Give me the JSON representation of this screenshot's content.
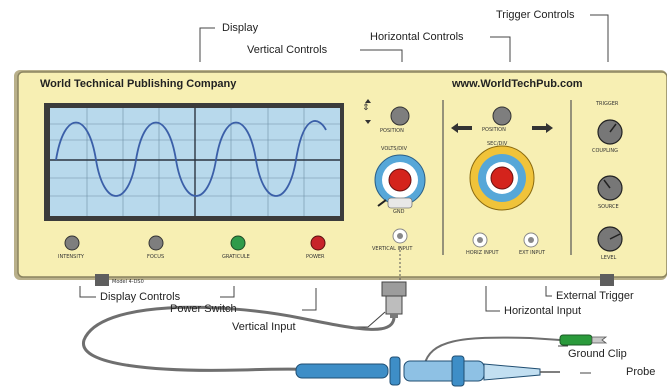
{
  "panel": {
    "company": "World Technical Publishing Company",
    "website": "www.WorldTechPub.com",
    "model": "Model 4-DS0"
  },
  "callouts": {
    "display": "Display",
    "vertical_controls": "Vertical Controls",
    "horizontal_controls": "Horizontal Controls",
    "trigger_controls": "Trigger Controls",
    "display_controls": "Display Controls",
    "power_switch": "Power Switch",
    "vertical_input": "Vertical Input",
    "external_trigger": "External Trigger",
    "horizontal_input": "Horizontal Input",
    "ground_clip": "Ground Clip",
    "probe": "Probe"
  },
  "controls": {
    "intensity": "INTENSITY",
    "focus": "FOCUS",
    "graticule": "GRATICULE",
    "power": "POWER",
    "position_v": "POSITION",
    "volts_div": "VOLTS/DIV",
    "gnd": "GND",
    "vertical_input_jack": "VERTICAL INPUT",
    "position_h": "POSITION",
    "sec_div": "SEC/DIV",
    "horiz_input": "HORIZ INPUT",
    "ext_input": "EXT INPUT",
    "trigger": "TRIGGER",
    "coupling": "COUPLING",
    "source": "SOURCE",
    "level": "LEVEL"
  },
  "colors": {
    "panel": "#f7efb3",
    "screen": "#b8d9ec",
    "trace": "#3b5fa8",
    "graticule_button": "#2f9b4a",
    "power_button": "#c7242a",
    "dial_red": "#d4231c",
    "probe_blue": "#3e8ec7",
    "ground_clip": "#2a9a3b"
  }
}
